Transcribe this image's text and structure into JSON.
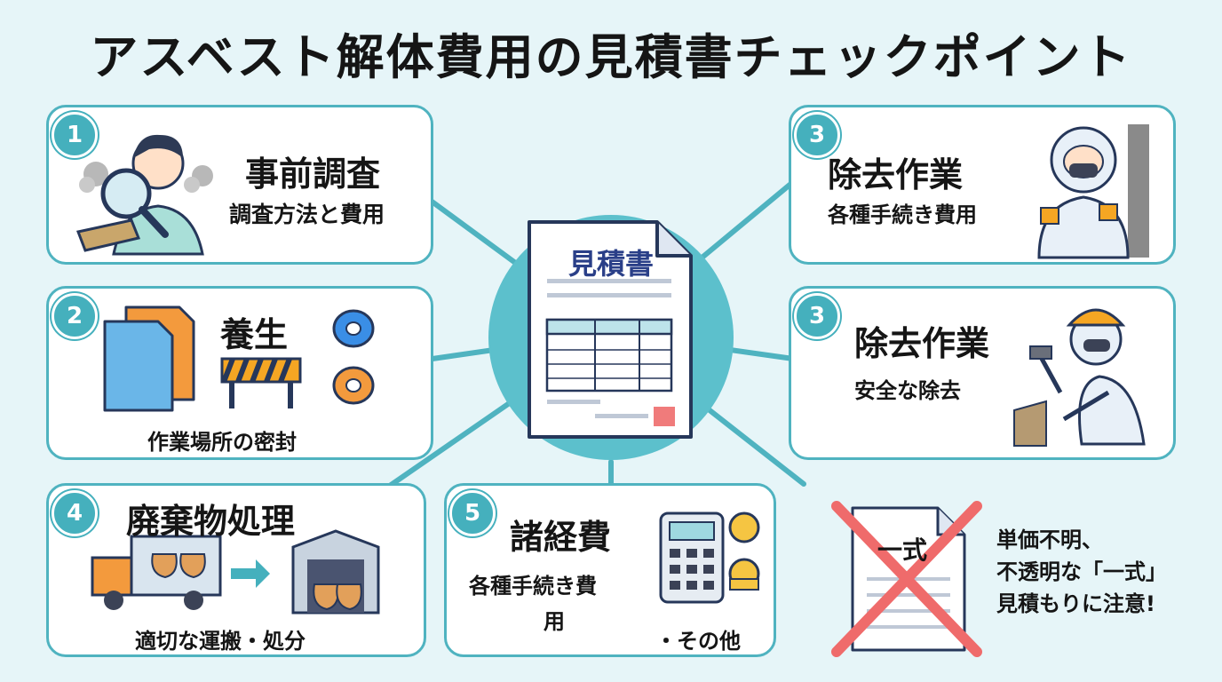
{
  "title": "アスベスト解体費用の見積書チェックポイント",
  "center": {
    "doc_title": "見積書"
  },
  "cards": {
    "survey": {
      "badge": "1",
      "title": "事前調査",
      "subtitle": "調査方法と費用"
    },
    "curing": {
      "badge": "2",
      "title": "養生",
      "subtitle": "作業場所の密封"
    },
    "removal_a": {
      "badge": "3",
      "title": "除去作業",
      "subtitle": "各種手続き費用"
    },
    "removal_b": {
      "badge": "3",
      "title": "除去作業",
      "subtitle": "安全な除去"
    },
    "waste": {
      "badge": "4",
      "title": "廃棄物処理",
      "subtitle": "適切な運搬・処分"
    },
    "misc": {
      "badge": "5",
      "title": "諸経費",
      "subtitle_line1": "各種手続き費",
      "subtitle_line2": "用",
      "subtitle_extra": "・その他"
    }
  },
  "warning": {
    "doc_label": "一式",
    "line1": "単価不明、",
    "line2": "不透明な「一式」",
    "line3": "見積もりに注意!"
  },
  "icons": {
    "survey": "magnifier-person-icon",
    "curing": "sheet-barrier-tape-icon",
    "removal_a": "protective-suit-worker-icon",
    "removal_b": "helmet-worker-hammer-icon",
    "waste": "truck-warehouse-icon",
    "misc": "calculator-yen-icon",
    "warning": "crossed-document-icon"
  },
  "colors": {
    "accent": "#45b0bd",
    "background": "#e6f5f8",
    "warning_cross": "#ef6b6b"
  }
}
